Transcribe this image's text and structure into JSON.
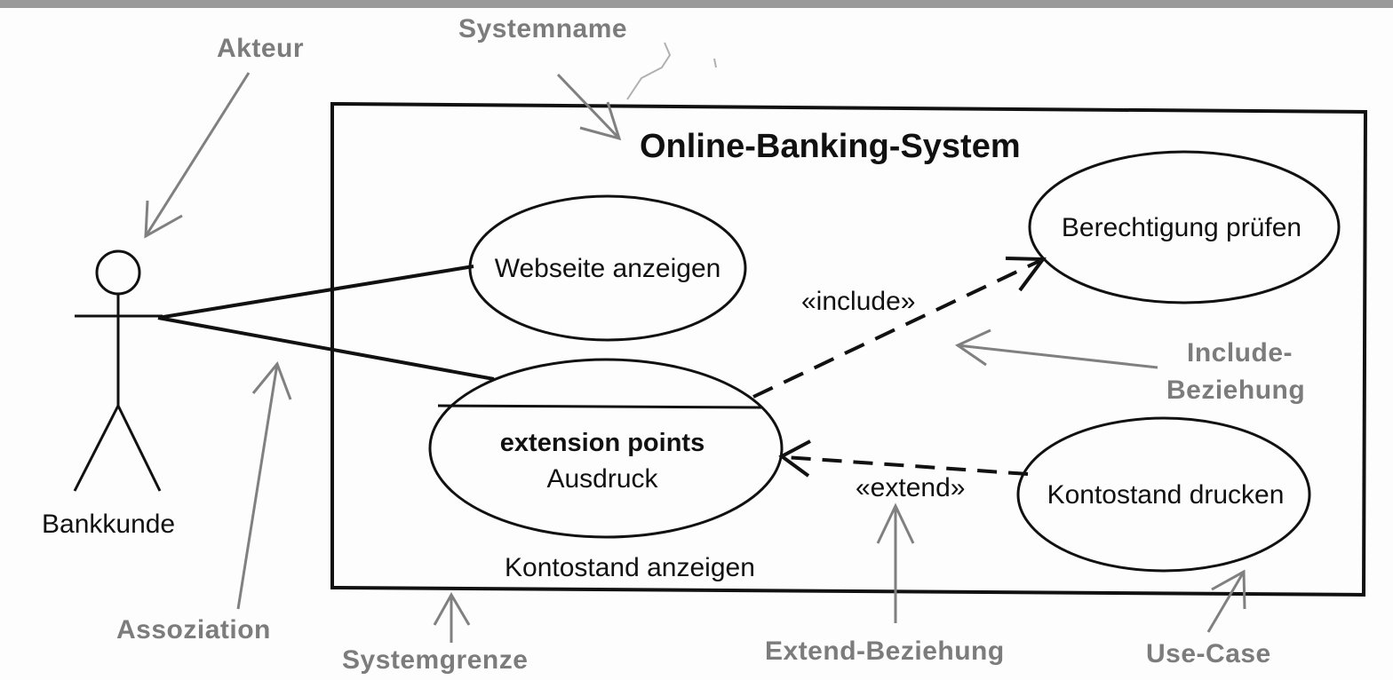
{
  "diagram": {
    "system_name": "Online-Banking-System",
    "actor": {
      "name": "Bankkunde"
    },
    "use_cases": {
      "webseite": "Webseite anzeigen",
      "berechtigung": "Berechtigung prüfen",
      "kontostand_anzeigen": {
        "extension_points_heading": "extension points",
        "extension_point": "Ausdruck",
        "name": "Kontostand anzeigen"
      },
      "kontostand_drucken": "Kontostand drucken"
    },
    "relations": {
      "include": "«include»",
      "extend": "«extend»"
    }
  },
  "annotations": {
    "akteur": "Akteur",
    "systemname": "Systemname",
    "include_beziehung_line1": "Include-",
    "include_beziehung_line2": "Beziehung",
    "assoziation": "Assoziation",
    "systemgrenze": "Systemgrenze",
    "extend_beziehung": "Extend-Beziehung",
    "use_case": "Use-Case"
  },
  "colors": {
    "diagram_ink": "#111111",
    "annotation_ink": "#7c7c7c"
  }
}
